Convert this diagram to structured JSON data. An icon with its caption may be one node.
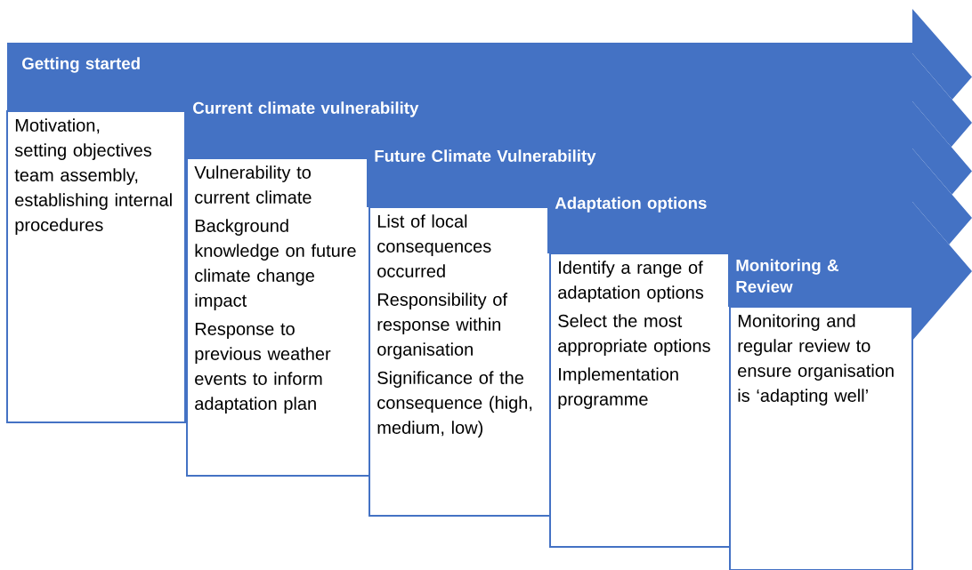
{
  "diagram": {
    "nodes": [
      {
        "text": [
          "Getting started"
        ]
      },
      {
        "text": [
          "Motivation, setting objectives team assembly, establishing internal procedures"
        ]
      },
      {
        "text": [
          "Current climate vulnerability"
        ]
      },
      {
        "text": [
          "Vulnerability to current climate",
          "Background knowledge on future climate change impact",
          "Response to previous weather events to inform adaptation plan"
        ]
      },
      {
        "text": [
          "Future Climate Vulnerability"
        ]
      },
      {
        "text": [
          "List of local consequences occurred",
          "Responsibility of response within organisation",
          "Significance of the consequence (high, medium, low)"
        ]
      },
      {
        "text": [
          "Adaptation options"
        ]
      },
      {
        "text": [
          "Identify a range of adaptation options",
          "Select the most appropriate options",
          "Implementation programme"
        ]
      },
      {
        "text": [
          "Monitoring & Review"
        ]
      },
      {
        "text": [
          "Monitoring and regular review to ensure organisation is ‘adapting well’"
        ]
      }
    ]
  }
}
